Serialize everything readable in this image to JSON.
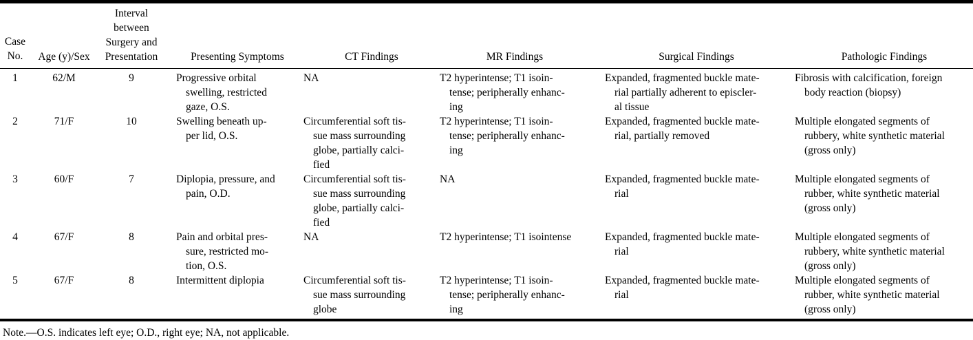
{
  "table": {
    "headers": {
      "case_no": "Case\nNo.",
      "age_sex": "Age (y)/Sex",
      "interval": "Interval\nbetween\nSurgery and\nPresentation",
      "symptoms": "Presenting Symptoms",
      "ct": "CT Findings",
      "mr": "MR Findings",
      "surgical": "Surgical Findings",
      "pathologic": "Pathologic Findings"
    },
    "rows": [
      {
        "case_no": "1",
        "age_sex": "62/M",
        "interval": "9",
        "symptoms": "Progressive orbital\nswelling, restricted\ngaze, O.S.",
        "ct": "NA",
        "mr": "T2 hyperintense; T1 isoin-\ntense; peripherally enhanc-\ning",
        "surgical": "Expanded, fragmented buckle mate-\nrial partially adherent to episcler-\nal tissue",
        "pathologic": "Fibrosis with calcification, foreign\nbody reaction (biopsy)"
      },
      {
        "case_no": "2",
        "age_sex": "71/F",
        "interval": "10",
        "symptoms": "Swelling beneath up-\nper lid, O.S.",
        "ct": "Circumferential soft tis-\nsue mass surrounding\nglobe, partially calci-\nfied",
        "mr": "T2 hyperintense; T1 isoin-\ntense; peripherally enhanc-\ning",
        "surgical": "Expanded, fragmented buckle mate-\nrial, partially removed",
        "pathologic": "Multiple elongated segments of\nrubbery, white synthetic material\n(gross only)"
      },
      {
        "case_no": "3",
        "age_sex": "60/F",
        "interval": "7",
        "symptoms": "Diplopia, pressure, and\npain, O.D.",
        "ct": "Circumferential soft tis-\nsue mass surrounding\nglobe, partially calci-\nfied",
        "mr": "NA",
        "surgical": "Expanded, fragmented buckle mate-\nrial",
        "pathologic": "Multiple elongated segments of\nrubber, white synthetic material\n(gross only)"
      },
      {
        "case_no": "4",
        "age_sex": "67/F",
        "interval": "8",
        "symptoms": "Pain and orbital pres-\nsure, restricted mo-\ntion, O.S.",
        "ct": "NA",
        "mr": "T2 hyperintense; T1 isointense",
        "surgical": "Expanded, fragmented buckle mate-\nrial",
        "pathologic": "Multiple elongated segments of\nrubbery, white synthetic material\n(gross only)"
      },
      {
        "case_no": "5",
        "age_sex": "67/F",
        "interval": "8",
        "symptoms": "Intermittent diplopia",
        "ct": "Circumferential soft tis-\nsue mass surrounding\nglobe",
        "mr": "T2 hyperintense; T1 isoin-\ntense; peripherally enhanc-\ning",
        "surgical": "Expanded, fragmented buckle mate-\nrial",
        "pathologic": "Multiple elongated segments of\nrubber, white synthetic material\n(gross only)"
      }
    ]
  },
  "note": "Note.—O.S. indicates left eye; O.D., right eye; NA, not applicable."
}
